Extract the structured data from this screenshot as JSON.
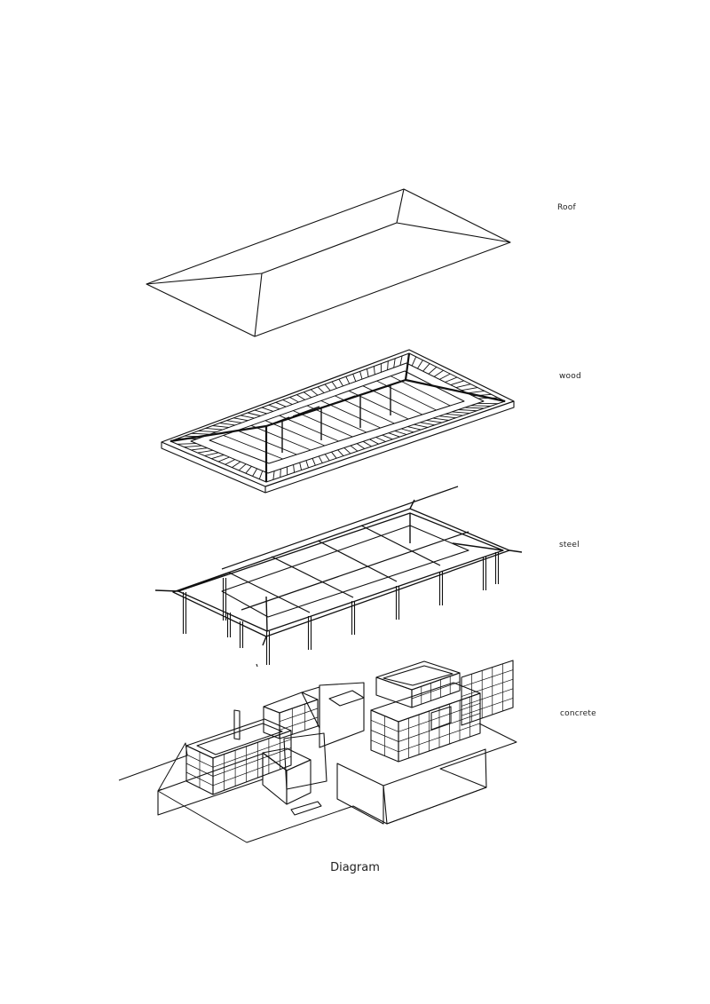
{
  "layers": [
    {
      "label": "Roof"
    },
    {
      "label": "wood"
    },
    {
      "label": "steel"
    },
    {
      "label": "concrete"
    }
  ],
  "caption": "Diagram",
  "colors": {
    "ink": "#111111",
    "background": "#ffffff"
  }
}
